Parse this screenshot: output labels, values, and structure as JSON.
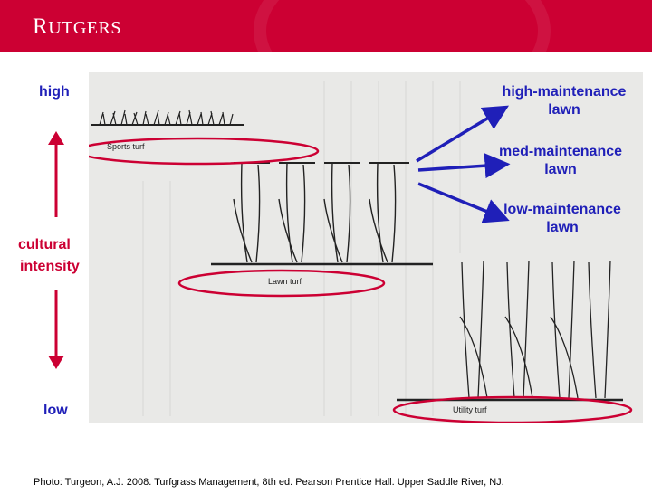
{
  "header": {
    "brand_first": "R",
    "brand_rest": "UTGERS",
    "color": "#cc0033"
  },
  "scale": {
    "high": "high",
    "low": "low",
    "axis_label_1": "cultural",
    "axis_label_2": "intensity",
    "text_color": "#1f1fb8",
    "arrow_color": "#cc0033"
  },
  "turf_types": [
    "Sports turf",
    "Lawn turf",
    "Utility turf"
  ],
  "lawn_types": [
    {
      "line1": "high-maintenance",
      "line2": "lawn"
    },
    {
      "line1": "med-maintenance",
      "line2": "lawn"
    },
    {
      "line1": "low-maintenance",
      "line2": "lawn"
    }
  ],
  "citation": "Photo: Turgeon, A.J. 2008. Turfgrass Management, 8th ed. Pearson Prentice Hall. Upper Saddle River, NJ."
}
